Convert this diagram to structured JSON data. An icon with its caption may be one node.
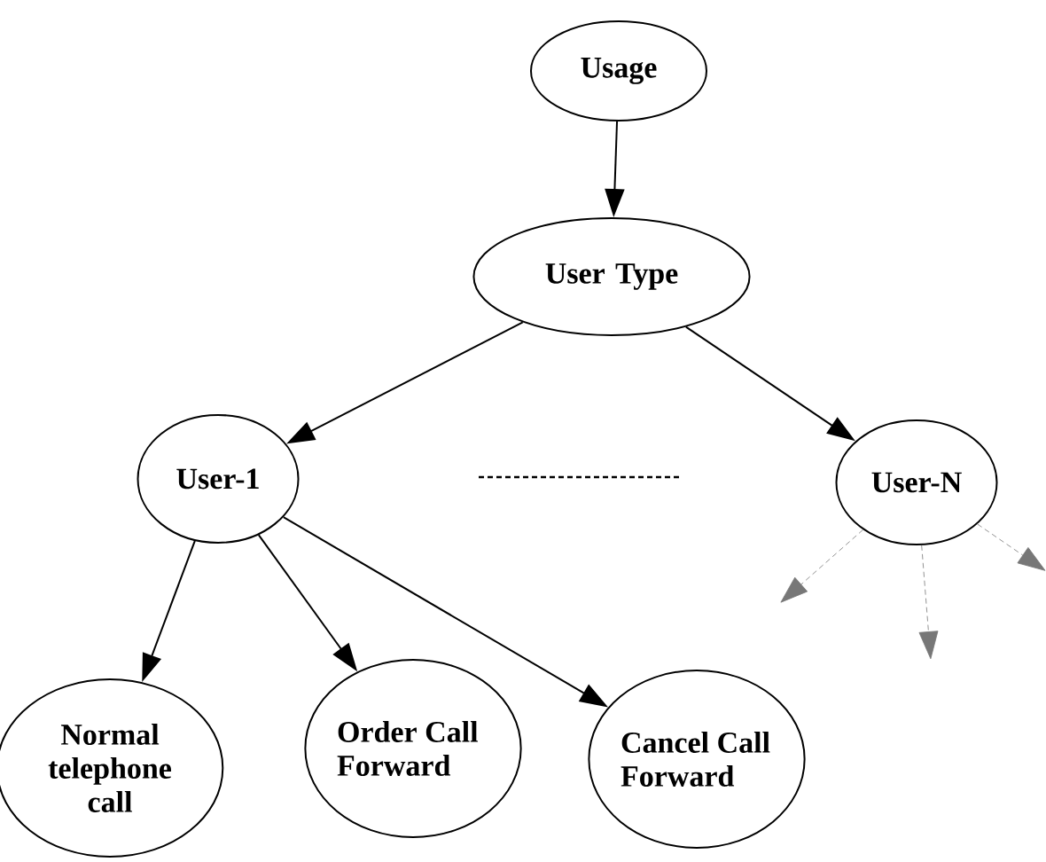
{
  "diagram": {
    "nodes": [
      {
        "text": [
          "Usage"
        ]
      },
      {
        "text": [
          "User Type"
        ]
      },
      {
        "text": [
          "User-1"
        ]
      },
      {
        "text": [
          "User-N"
        ]
      },
      {
        "text": [
          "Normal telephone call"
        ]
      },
      {
        "text": [
          "Order Call Forward"
        ]
      },
      {
        "text": [
          "Cancel Call Forward"
        ]
      }
    ],
    "edges": [
      {
        "from": 0,
        "to": 1,
        "arrow": "to"
      },
      {
        "from": 1,
        "to": 2,
        "arrow": "to"
      },
      {
        "from": 1,
        "to": 3,
        "arrow": "to"
      },
      {
        "from": 2,
        "to": 4,
        "arrow": "to"
      },
      {
        "from": 2,
        "to": 5,
        "arrow": "to"
      },
      {
        "from": 2,
        "to": 6,
        "arrow": "to"
      },
      {
        "from": 3,
        "to": null,
        "arrow": "to",
        "style": "dashed",
        "color": "#777777"
      },
      {
        "from": 3,
        "to": null,
        "arrow": "to",
        "style": "dashed",
        "color": "#777777"
      },
      {
        "from": 3,
        "to": null,
        "arrow": "to",
        "style": "dashed",
        "color": "#777777"
      }
    ]
  }
}
